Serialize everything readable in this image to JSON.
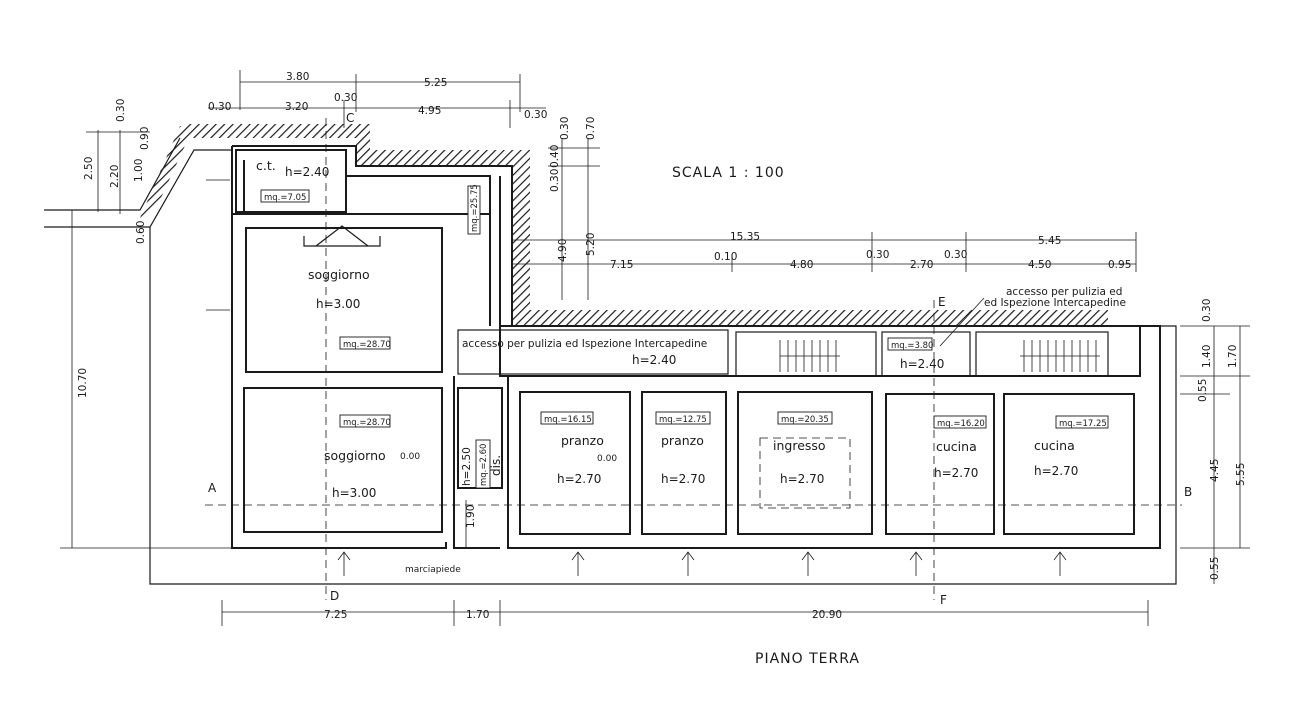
{
  "drawing": {
    "scale_label": "SCALA 1 : 100",
    "floor_label": "PIANO TERRA"
  },
  "rooms": [
    {
      "key": "ct",
      "name": "c.t.",
      "height": "h=2.40",
      "area": "mq.=7.05"
    },
    {
      "key": "soggiorno-upper",
      "name": "soggiorno",
      "height": "h=3.00",
      "area": "mq.=28.70"
    },
    {
      "key": "soggiorno-lower",
      "name": "soggiorno",
      "height": "h=3.00",
      "area": "mq.=28.70"
    },
    {
      "key": "dis",
      "name": "dis.",
      "height": "h=2.50",
      "area": "mq.=2.60"
    },
    {
      "key": "pranzo-1",
      "name": "pranzo",
      "height": "h=2.70",
      "area": "mq.=16.15"
    },
    {
      "key": "pranzo-2",
      "name": "pranzo",
      "height": "h=2.70",
      "area": "mq.=12.75"
    },
    {
      "key": "ingresso",
      "name": "ingresso",
      "height": "h=2.70",
      "area": "mq.=20.35"
    },
    {
      "key": "cucina-1",
      "name": "cucina",
      "height": "h=2.70",
      "area": "mq.=16.20"
    },
    {
      "key": "cucina-2",
      "name": "cucina",
      "height": "h=2.70",
      "area": "mq.=17.25"
    }
  ],
  "corridor": {
    "label": "accesso per pulizia ed Ispezione Intercapedine",
    "height": "h=2.40",
    "area": "mq.=25.75"
  },
  "small_room": {
    "area": "mq.=3.80",
    "height": "h=2.40"
  },
  "annotation": {
    "line1": "accesso per pulizia ed",
    "line2": "ed Ispezione Intercapedine"
  },
  "marciapiede": "marciapiede",
  "levels": {
    "soggiorno": "0.00",
    "pranzo": "0.00"
  },
  "sections": {
    "A": "A",
    "B": "B",
    "C": "C",
    "D": "D",
    "E": "E",
    "F": "F"
  },
  "dims": {
    "top_380": "3.80",
    "top_525": "5.25",
    "top_030a": "0.30",
    "top_320": "3.20",
    "top_030b": "0.30",
    "top_495": "4.95",
    "top_030c": "0.30",
    "left_030": "0.30",
    "left_090": "0.90",
    "left_250": "2.50",
    "left_220": "2.20",
    "left_100": "1.00",
    "left_060": "0.60",
    "left_1070": "10.70",
    "mid_030": "0.30",
    "mid_040": "0.40",
    "mid_070": "0.70",
    "mid_030b": "0.30",
    "mid_490": "4.90",
    "mid_520": "5.20",
    "row_1535": "15.35",
    "row_545": "5.45",
    "row_715": "7.15",
    "row_010": "0.10",
    "row_480": "4.80",
    "row_030a": "0.30",
    "row_270": "2.70",
    "row_030b": "0.30",
    "row_450": "4.50",
    "row_095": "0.95",
    "right_030": "0.30",
    "right_140": "1.40",
    "right_170": "1.70",
    "right_055a": "0.55",
    "right_445": "4.45",
    "right_555": "5.55",
    "right_055b": "0.55",
    "dis_250": "2.50",
    "dis_190": "1.90",
    "bot_725": "7.25",
    "bot_170": "1.70",
    "bot_2090": "20.90"
  }
}
